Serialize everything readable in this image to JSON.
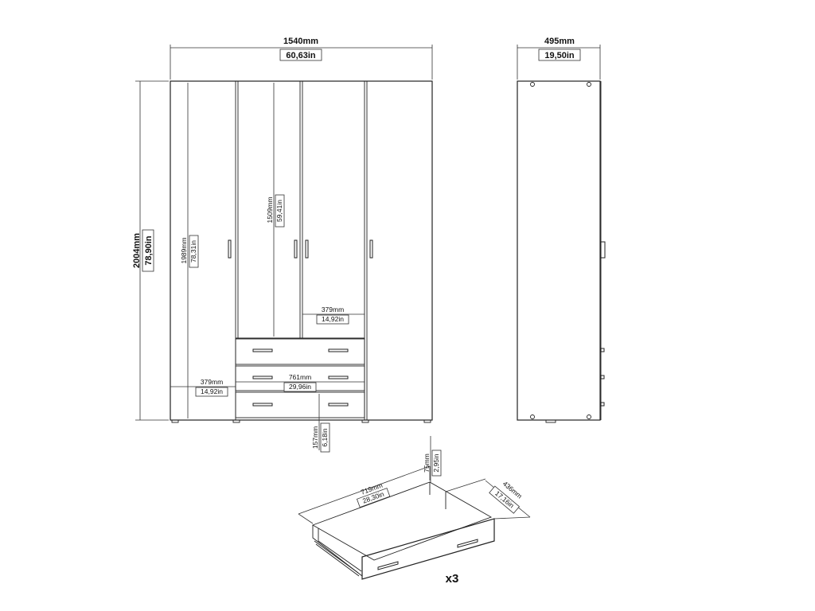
{
  "front_view": {
    "width_mm": "1540mm",
    "width_in": "60,63in",
    "height_mm": "2004mm",
    "height_in": "78,90in",
    "inner_height_mm": "1989mm",
    "inner_height_in": "78,31in",
    "upper_height_mm": "1509mm",
    "upper_height_in": "59,41in",
    "upper_width_mm": "379mm",
    "upper_width_in": "14,92in",
    "left_width_mm": "379mm",
    "left_width_in": "14,92in",
    "drawer_width_mm": "761mm",
    "drawer_width_in": "29,96in",
    "drawer_height_mm": "157mm",
    "drawer_height_in": "6,18in"
  },
  "side_view": {
    "depth_mm": "495mm",
    "depth_in": "19,50in"
  },
  "drawer_detail": {
    "width_mm": "719mm",
    "width_in": "28,30in",
    "depth_mm": "436mm",
    "depth_in": "17,16in",
    "height_mm": "75mm",
    "height_in": "2,95in",
    "quantity": "x3"
  }
}
